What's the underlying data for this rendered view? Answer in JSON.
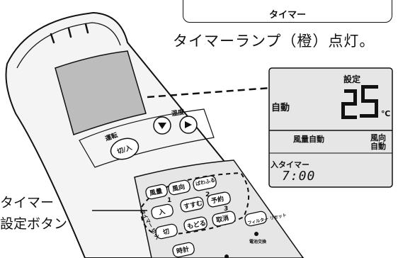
{
  "header": {
    "box_label": "タイマー"
  },
  "caption": "タイマーランプ（橙）点灯。",
  "side_label": {
    "line1": "タイマー",
    "line2": "設定ボタン"
  },
  "display": {
    "mode": "自動",
    "setting_label": "設定",
    "temperature": "25",
    "unit": "℃",
    "fan_label": "風量自動",
    "direction_line1": "風向",
    "direction_line2": "自動",
    "timer_label": "入タイマー",
    "timer_time": "7:00"
  },
  "remote": {
    "temp_label": "温度",
    "run_label": "運転",
    "run_button": "切/入",
    "buttons": {
      "fan": "風量",
      "direction": "風向",
      "powerful": "ぱわふる",
      "on": "入",
      "sleep": "すすむ",
      "reserve": "予約",
      "off": "切",
      "back": "もどる",
      "cancel": "取消",
      "filter": "フィルター リセット",
      "clock": "時計",
      "reset": "電池交換"
    },
    "digits": {
      "d1": "1",
      "d2": "2",
      "d3": "3"
    },
    "side_markings": "タイマー 切 入"
  },
  "colors": {
    "line": "#111111",
    "remote_body": "#f4f4f4",
    "lcd": "#bcbcbc",
    "lcd_panel": "#e6e6e6"
  }
}
